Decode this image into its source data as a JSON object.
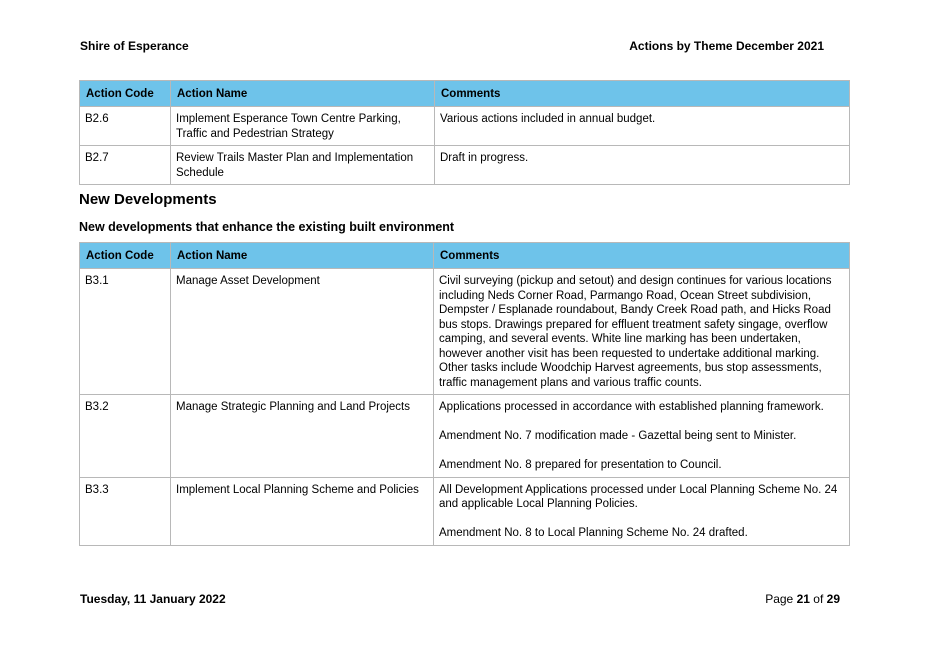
{
  "header": {
    "org": "Shire of Esperance",
    "doc_title": "Actions by Theme December 2021"
  },
  "table1": {
    "columns": [
      "Action Code",
      "Action Name",
      "Comments"
    ],
    "rows": [
      {
        "code": "B2.6",
        "name": "Implement Esperance Town Centre Parking, Traffic and Pedestrian Strategy",
        "comments": [
          "Various actions included in annual budget."
        ]
      },
      {
        "code": "B2.7",
        "name": "Review Trails Master Plan and Implementation Schedule",
        "comments": [
          "Draft in progress."
        ]
      }
    ]
  },
  "section": {
    "title": "New Developments",
    "subtitle": "New developments that enhance the existing built environment"
  },
  "table2": {
    "columns": [
      "Action Code",
      "Action Name",
      "Comments"
    ],
    "rows": [
      {
        "code": "B3.1",
        "name": "Manage Asset Development",
        "comments": [
          "Civil surveying (pickup and setout) and design continues for various locations including Neds Corner Road, Parmango Road, Ocean Street subdivision, Dempster / Esplanade roundabout, Bandy Creek Road path, and Hicks Road bus stops. Drawings prepared for effluent treatment safety singage, overflow camping, and several events. White line marking has been undertaken, however another visit has been requested to undertake additional marking. Other tasks include Woodchip Harvest agreements, bus stop assessments, traffic management plans and various traffic counts."
        ]
      },
      {
        "code": "B3.2",
        "name": "Manage Strategic Planning and Land Projects",
        "comments": [
          "Applications processed in accordance with established planning framework.",
          "Amendment No. 7 modification made - Gazettal being sent to Minister.",
          "Amendment No. 8 prepared for presentation to Council."
        ]
      },
      {
        "code": "B3.3",
        "name": "Implement Local Planning Scheme and Policies",
        "comments": [
          "All Development Applications processed under Local Planning Scheme No. 24 and applicable Local Planning Policies.",
          "Amendment No. 8 to Local Planning Scheme No. 24 drafted."
        ]
      }
    ]
  },
  "footer": {
    "date": "Tuesday, 11 January 2022",
    "page_label": "Page",
    "page_current": "21",
    "page_of": "of",
    "page_total": "29"
  }
}
